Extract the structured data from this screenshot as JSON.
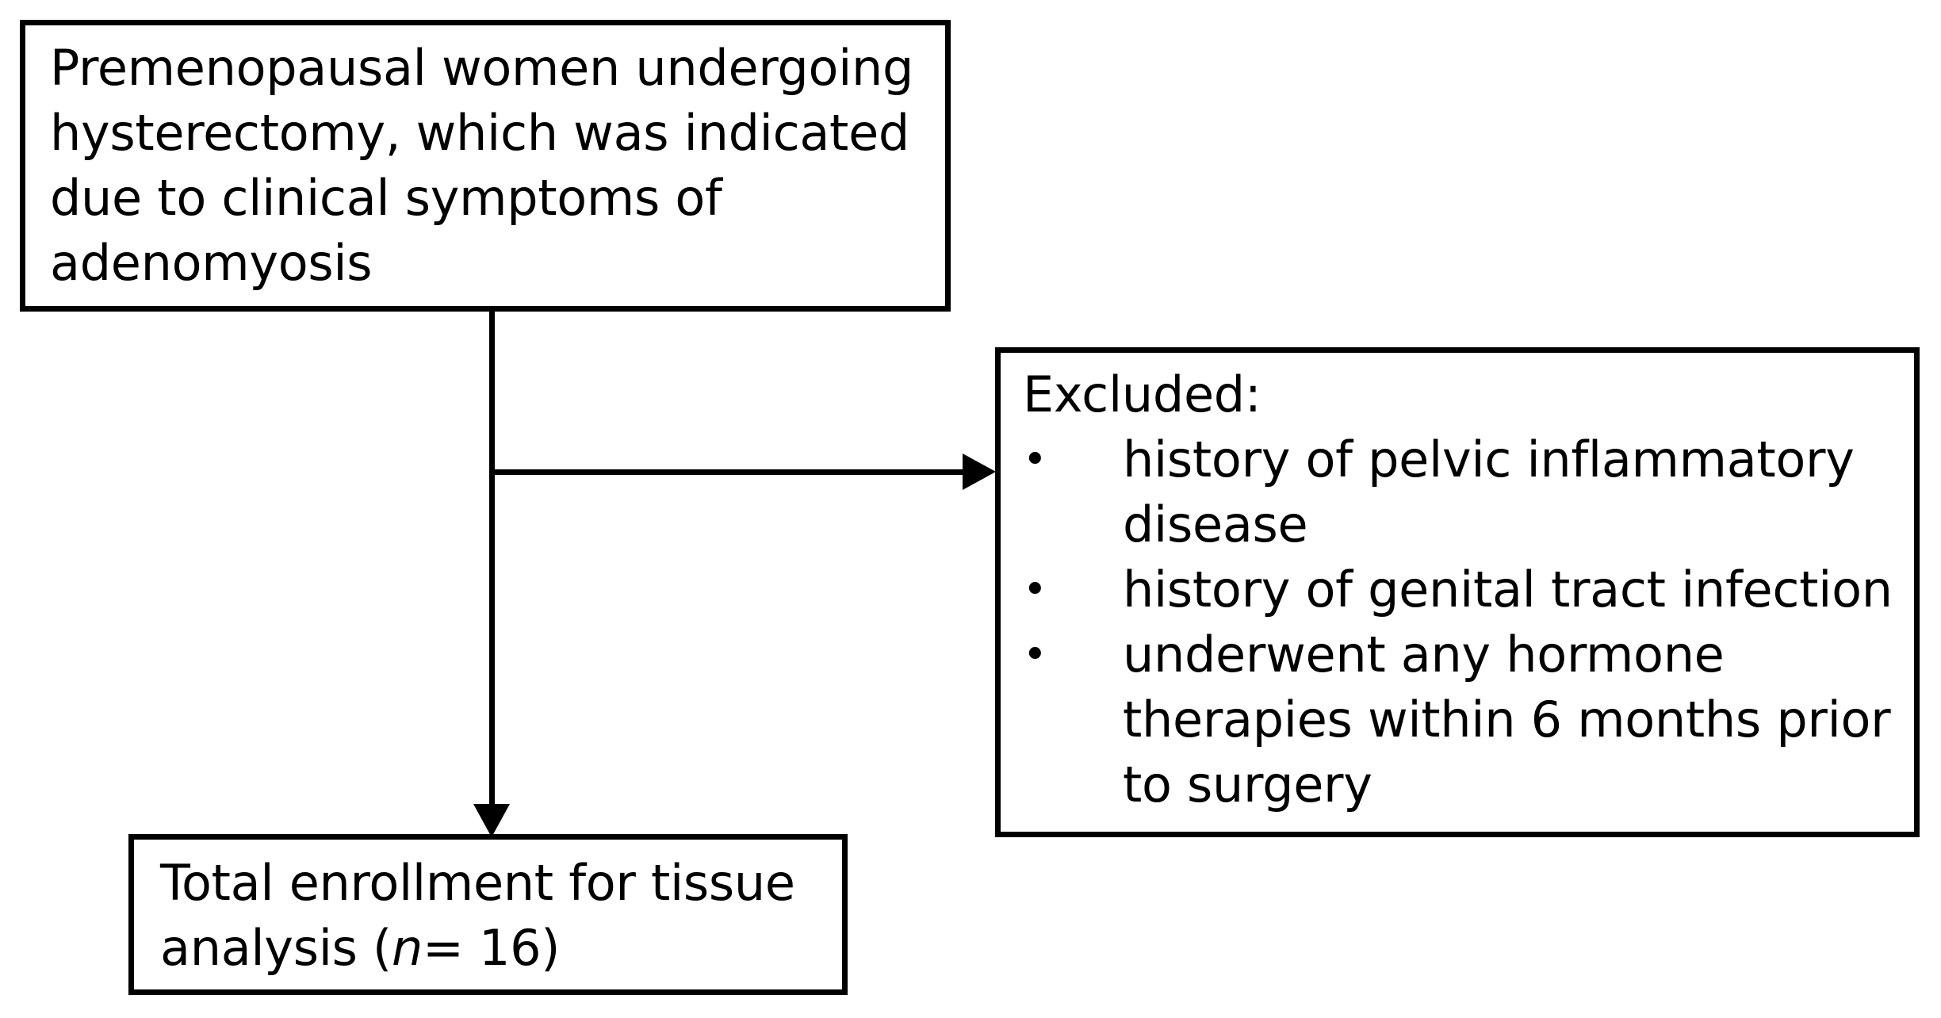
{
  "figure": {
    "type": "flowchart",
    "title": "Study participant enrollment flow diagram",
    "colors": {
      "background": "#ffffff",
      "stroke": "#000000",
      "text": "#000000"
    }
  },
  "nodes": {
    "source": {
      "id": "source-population",
      "text": "Premenopausal women undergoing hysterectomy, which was indicated due to clinical symptoms of adenomyosis"
    },
    "excluded": {
      "id": "exclusion-criteria",
      "heading": "Excluded:",
      "bullet_glyph": "•",
      "items": [
        "history of pelvic inflammatory disease",
        "history of genital tract infection",
        "underwent any hormone therapies within 6 months prior to surgery"
      ]
    },
    "enrolled": {
      "id": "total-enrollment",
      "text_before_n": "Total enrollment for tissue analysis (",
      "n_symbol": "n",
      "text_after_n": "= 16)",
      "n_value": 16
    }
  },
  "connectors": [
    {
      "id": "source-to-excluded",
      "from": "source-population",
      "to": "exclusion-criteria",
      "direction": "right",
      "arrowhead": true
    },
    {
      "id": "source-to-enrolled",
      "from": "source-population",
      "to": "total-enrollment",
      "direction": "down",
      "arrowhead": true
    }
  ]
}
